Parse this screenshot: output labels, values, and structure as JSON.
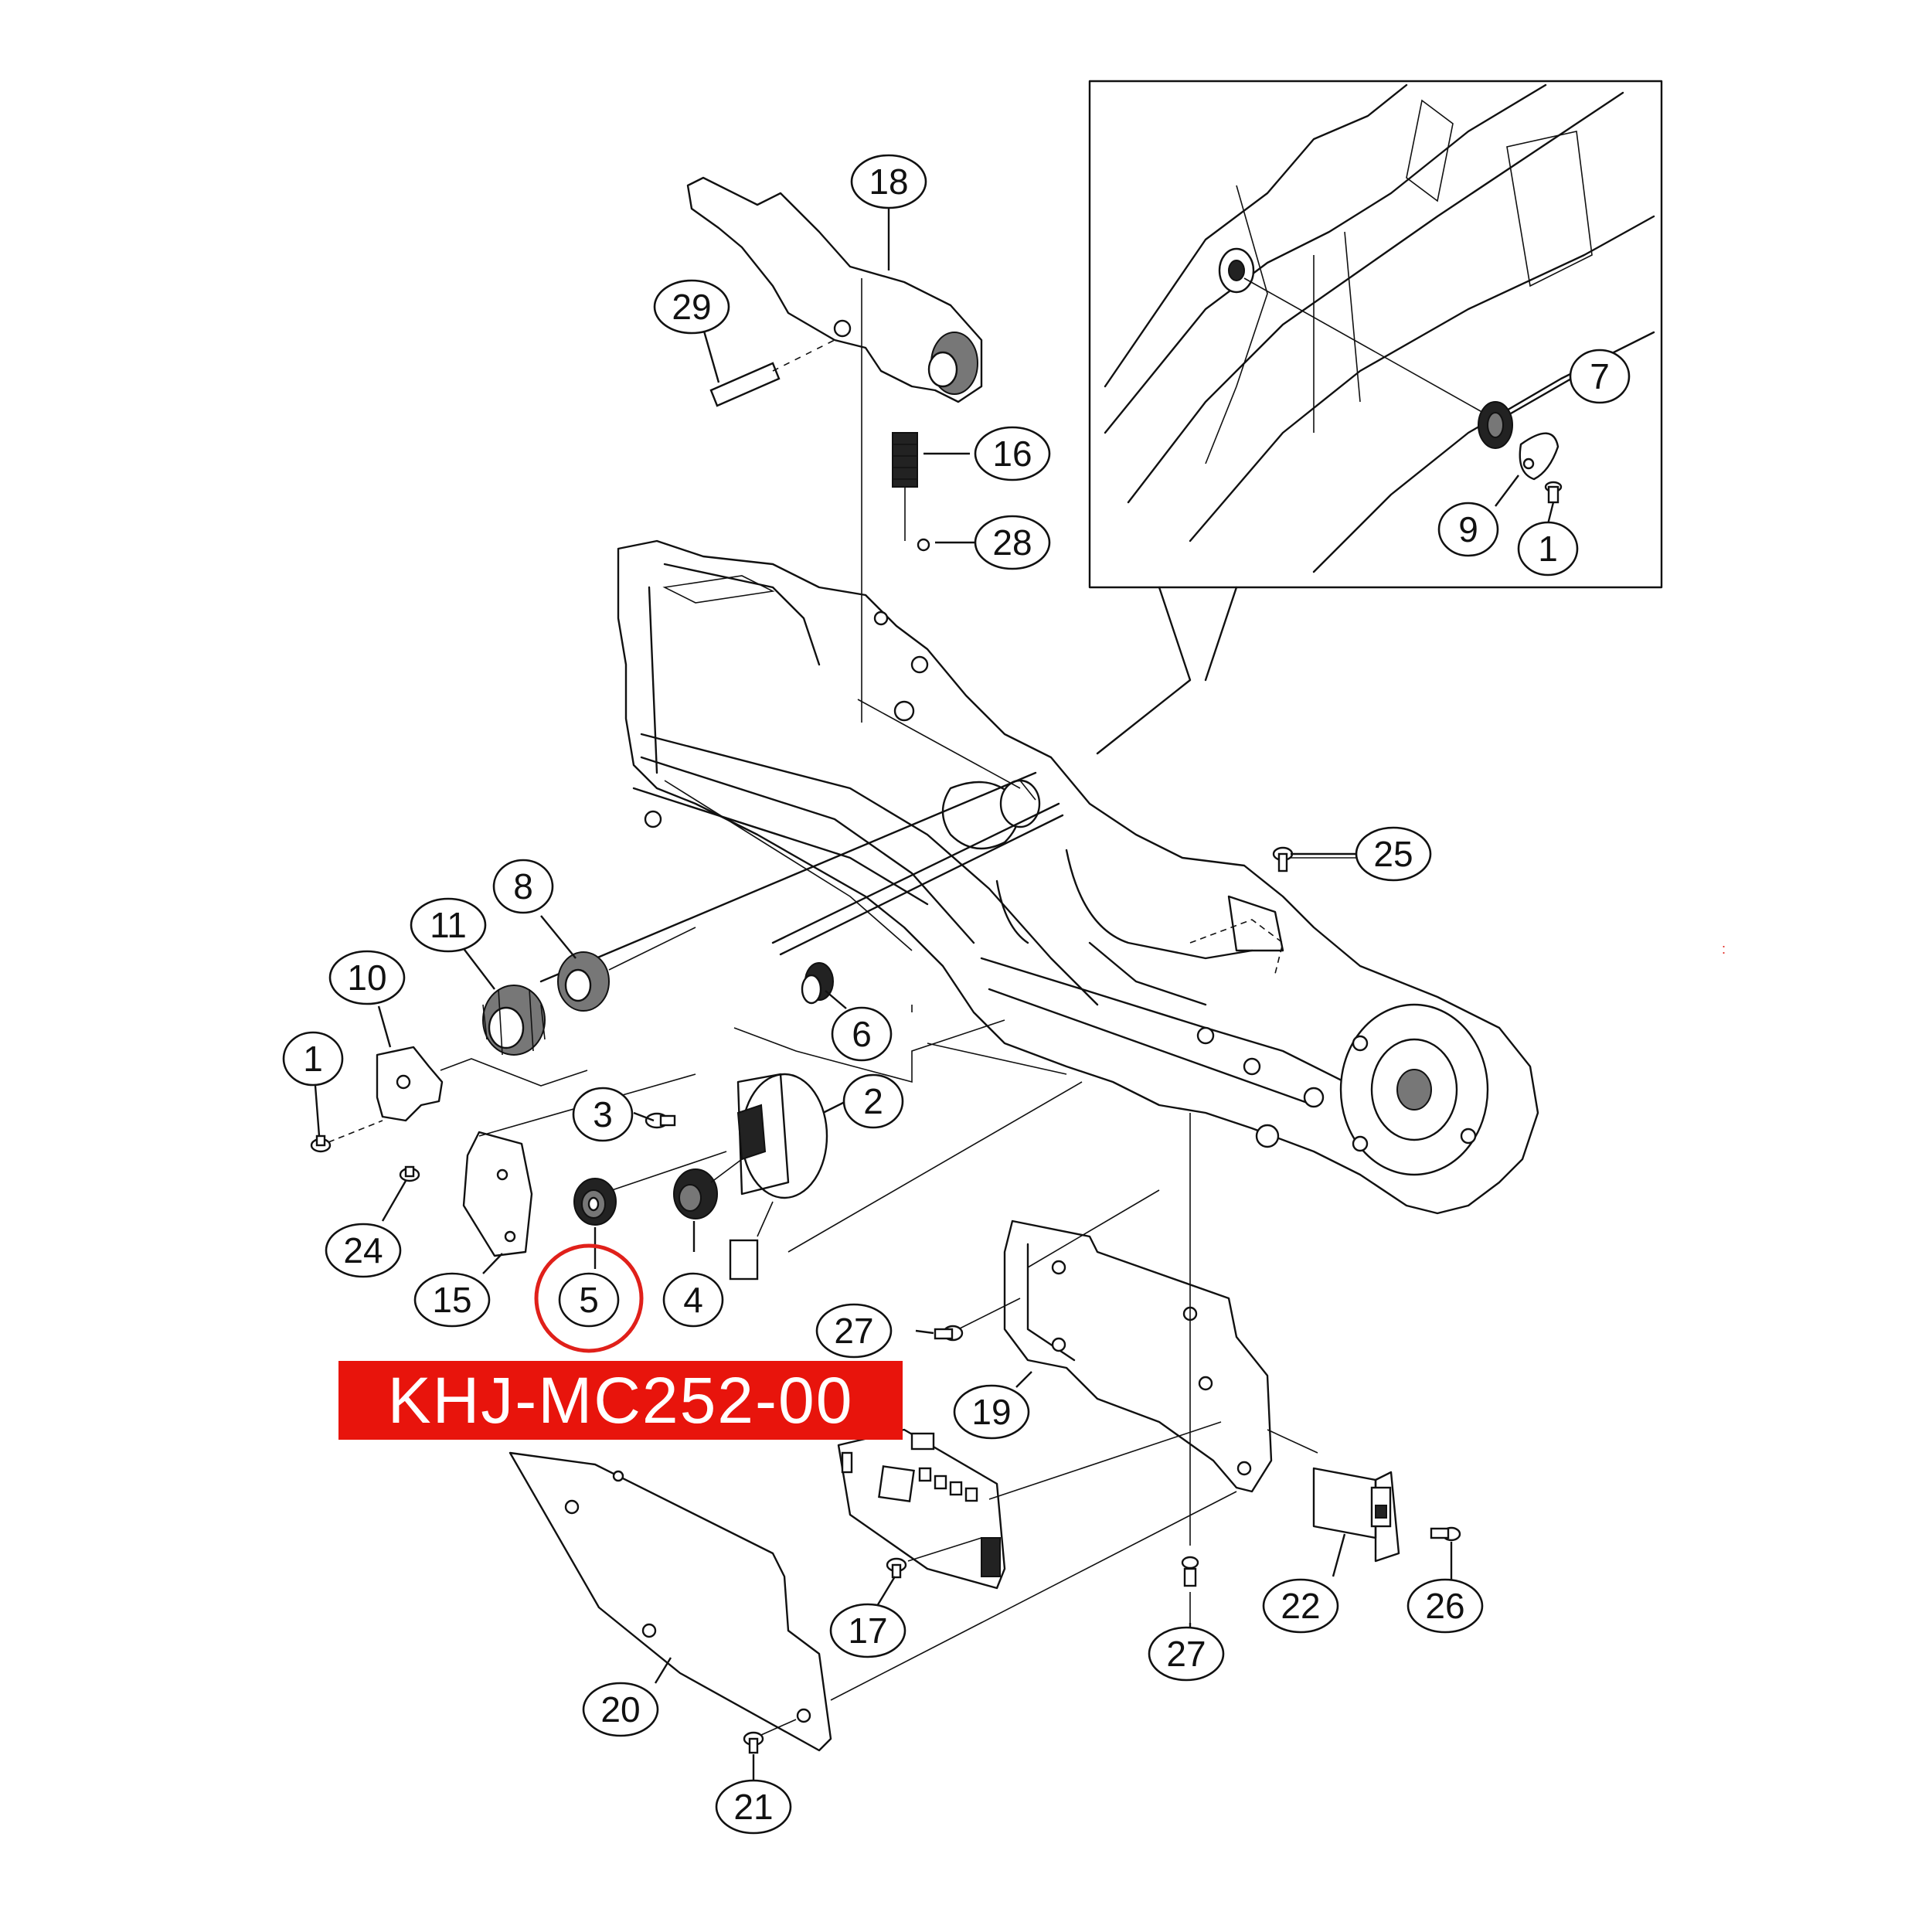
{
  "diagram": {
    "part_code_banner": "KHJ-MC252-00",
    "highlighted_callout": "5",
    "stray_mark": ":",
    "colors": {
      "ink": "#111111",
      "highlight": "#e0201a",
      "banner_bg": "#e8140c",
      "background": "#ffffff"
    },
    "callouts": {
      "c1a": "1",
      "c1b": "1",
      "c2": "2",
      "c3": "3",
      "c4": "4",
      "c5": "5",
      "c6": "6",
      "c7": "7",
      "c8": "8",
      "c9": "9",
      "c10": "10",
      "c11": "11",
      "c15": "15",
      "c16": "16",
      "c17": "17",
      "c18": "18",
      "c19": "19",
      "c20": "20",
      "c21": "21",
      "c22": "22",
      "c24": "24",
      "c25": "25",
      "c26": "26",
      "c27a": "27",
      "c27b": "27",
      "c28": "28",
      "c29": "29"
    }
  }
}
